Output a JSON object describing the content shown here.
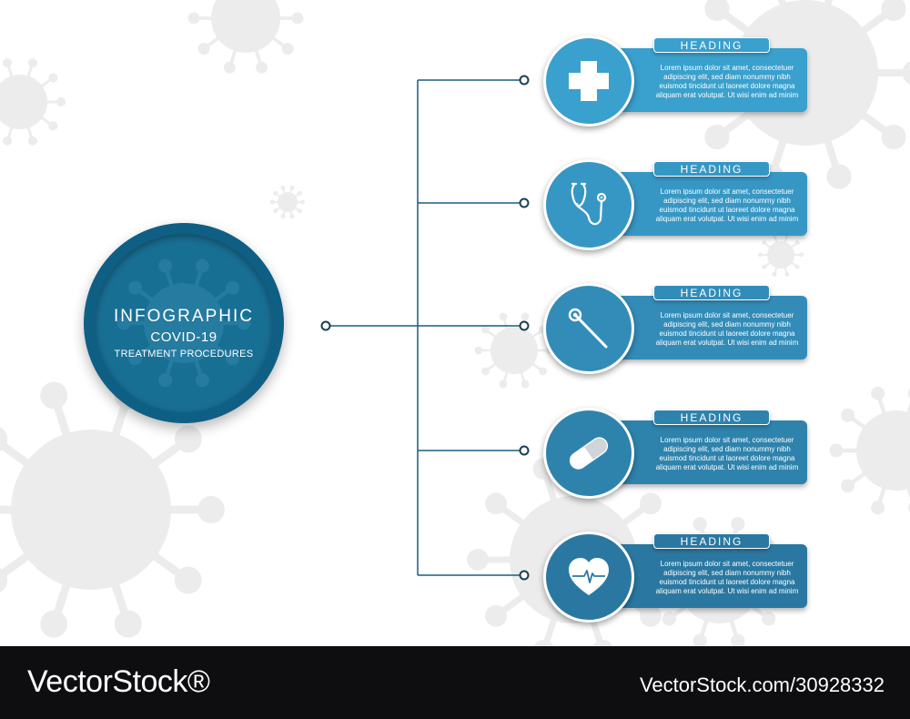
{
  "center": {
    "title": "INFOGRAPHIC",
    "subtitle": "COVID-19",
    "subtitle2": "TREATMENT PROCEDURES"
  },
  "items": [
    {
      "heading": "HEADING",
      "body": "Lorem ipsum dolor sit amet, consectetuer adipiscing elit, sed diam nonummy nibh euismod tincidunt ut laoreet dolore magna aliquam erat volutpat. Ut wisi enim ad minim",
      "icon": "medical-cross-icon",
      "color": "#3aa0cd"
    },
    {
      "heading": "HEADING",
      "body": "Lorem ipsum dolor sit amet, consectetuer adipiscing elit, sed diam nonummy nibh euismod tincidunt ut laoreet dolore magna aliquam erat volutpat. Ut wisi enim ad minim",
      "icon": "stethoscope-icon",
      "color": "#3797c4"
    },
    {
      "heading": "HEADING",
      "body": "Lorem ipsum dolor sit amet, consectetuer adipiscing elit, sed diam nonummy nibh euismod tincidunt ut laoreet dolore magna aliquam erat volutpat. Ut wisi enim ad minim",
      "icon": "thermometer-icon",
      "color": "#338cb8"
    },
    {
      "heading": "HEADING",
      "body": "Lorem ipsum dolor sit amet, consectetuer adipiscing elit, sed diam nonummy nibh euismod tincidunt ut laoreet dolore magna aliquam erat volutpat. Ut wisi enim ad minim",
      "icon": "capsule-pill-icon",
      "color": "#2e83ad"
    },
    {
      "heading": "HEADING",
      "body": "Lorem ipsum dolor sit amet, consectetuer adipiscing elit, sed diam nonummy nibh euismod tincidunt ut laoreet dolore magna aliquam erat volutpat. Ut wisi enim ad minim",
      "icon": "heart-pulse-icon",
      "color": "#2a78a1"
    }
  ],
  "colors": {
    "center": "#186f94",
    "connector": "#1a5f7e",
    "virus": "#ececec"
  },
  "footer": {
    "brand": "VectorStock®",
    "image_id": "VectorStock.com/30928332"
  }
}
